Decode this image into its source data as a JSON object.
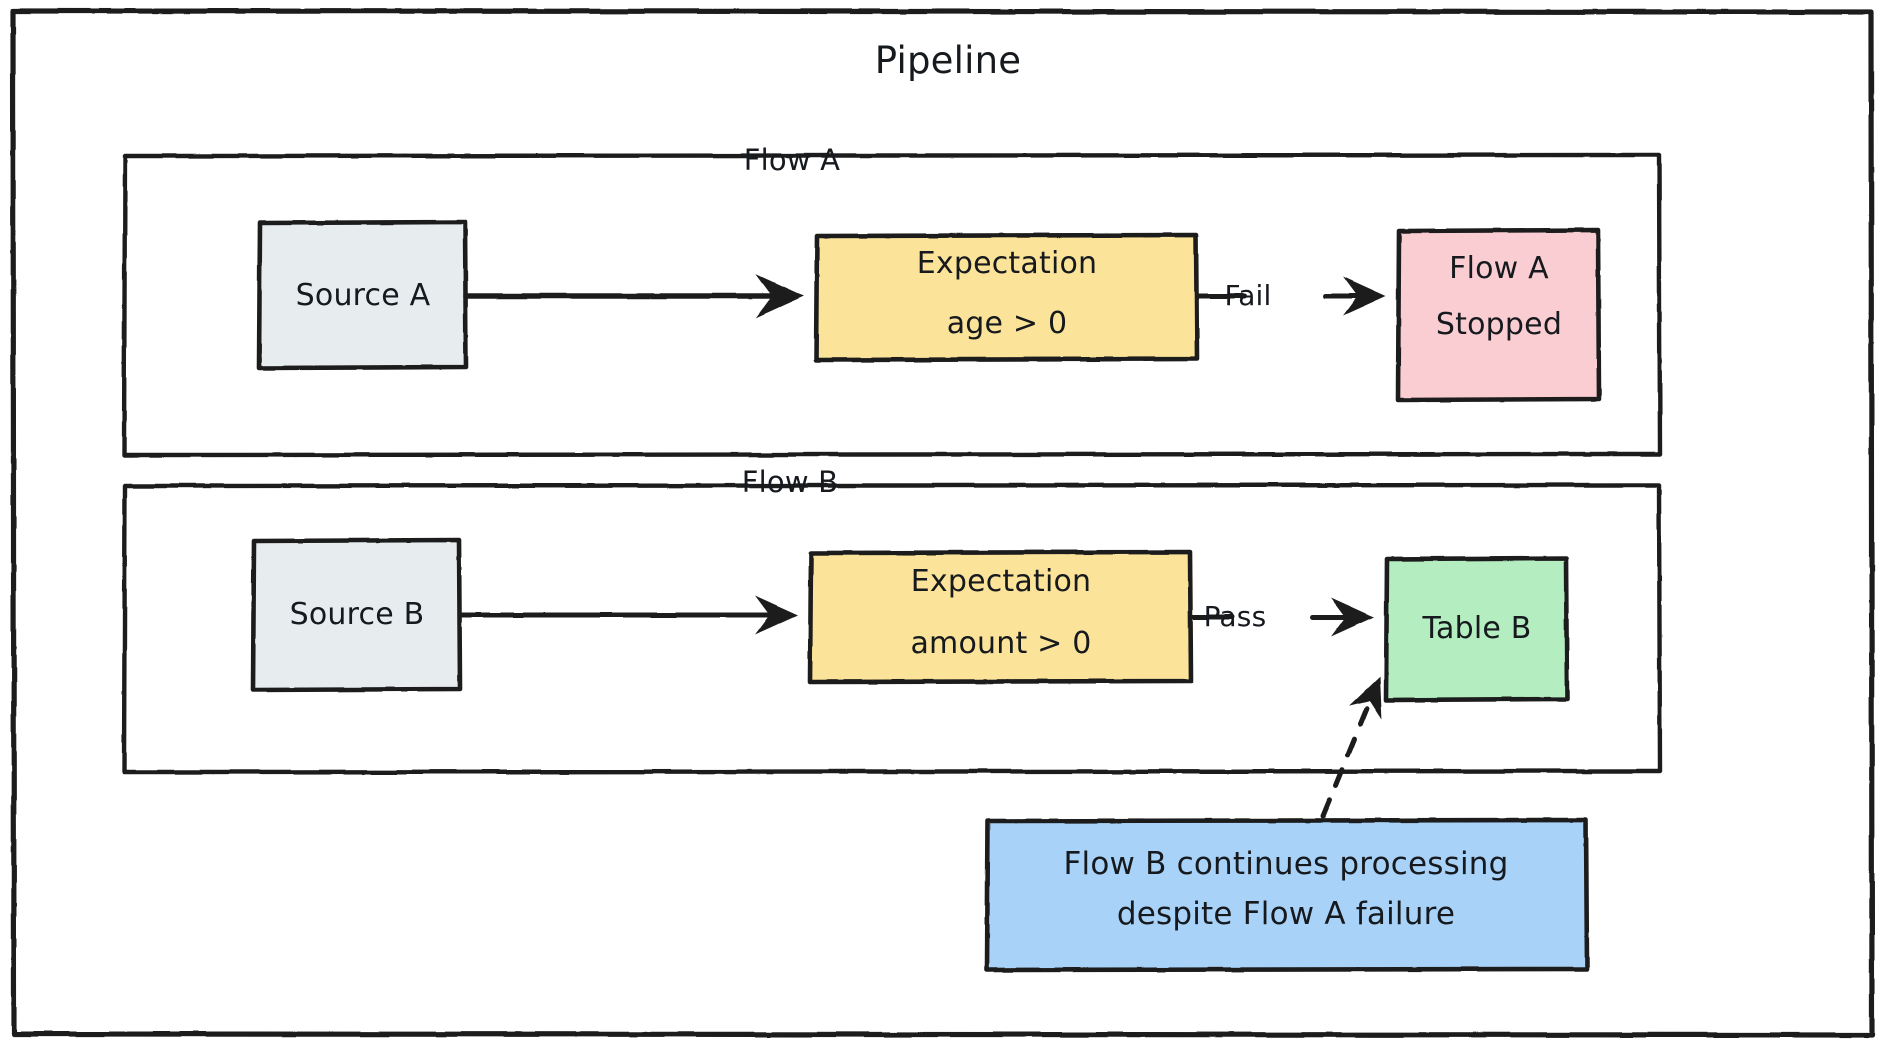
{
  "diagram": {
    "title": "Pipeline",
    "type": "flowchart",
    "style": "hand-drawn",
    "colors": {
      "stroke": "#1e1e1e",
      "background": "#ffffff",
      "source_fill": "#e7ecef",
      "expectation_fill": "#fbe49a",
      "failure_fill": "#f9cdd2",
      "success_fill": "#b3edc0",
      "note_fill": "#a8d2f7"
    },
    "containers": [
      {
        "id": "pipeline",
        "label": "Pipeline"
      },
      {
        "id": "flow_a",
        "label": "Flow A"
      },
      {
        "id": "flow_b",
        "label": "Flow B"
      }
    ],
    "flow_a": {
      "label": "Flow A",
      "nodes": {
        "source": "Source A",
        "expectation_line1": "Expectation",
        "expectation_line2": "age > 0",
        "outcome_line1": "Flow A",
        "outcome_line2": "Stopped"
      },
      "edges": {
        "source_to_expectation": "",
        "expectation_to_outcome": "Fail"
      }
    },
    "flow_b": {
      "label": "Flow B",
      "nodes": {
        "source": "Source B",
        "expectation_line1": "Expectation",
        "expectation_line2": "amount > 0",
        "outcome": "Table B"
      },
      "edges": {
        "source_to_expectation": "",
        "expectation_to_outcome": "Pass"
      }
    },
    "note": {
      "line1": "Flow B continues processing",
      "line2": "despite Flow A failure",
      "text": "Flow B continues processing\ndespite Flow A failure",
      "connector": "dashed-arrow-to-table-b"
    }
  }
}
